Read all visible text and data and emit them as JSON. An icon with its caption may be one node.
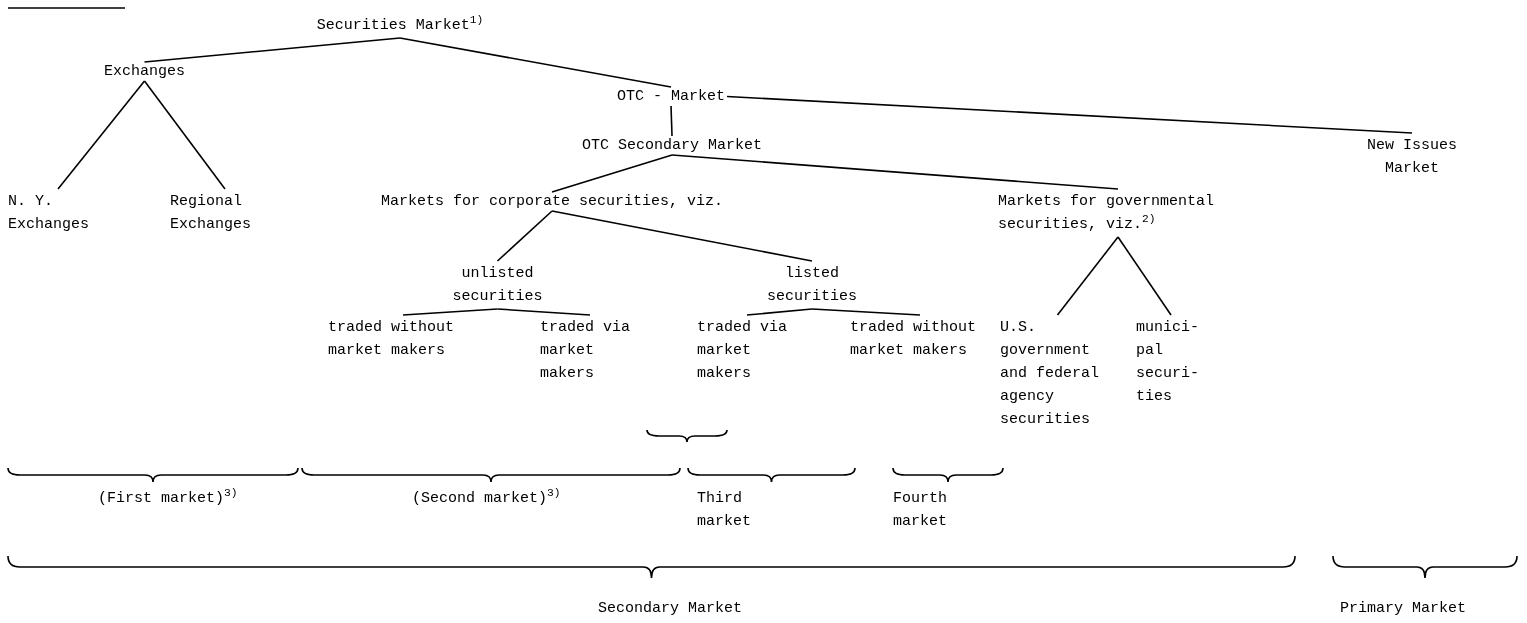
{
  "diagram": {
    "nodes": [
      {
        "text": [
          "Securities Market$^{1)}$"
        ]
      },
      {
        "text": [
          "Exchanges"
        ]
      },
      {
        "text": [
          "OTC - Market"
        ]
      },
      {
        "text": [
          "New Issues Market"
        ]
      },
      {
        "text": [
          "N. Y. Exchanges"
        ]
      },
      {
        "text": [
          "Regional Exchanges"
        ]
      },
      {
        "text": [
          "OTC Secondary Market"
        ]
      },
      {
        "text": [
          "Markets for corporate securities, viz."
        ]
      },
      {
        "text": [
          "Markets for governmental securities, viz.$^{2)}$"
        ]
      },
      {
        "text": [
          "unlisted securities"
        ]
      },
      {
        "text": [
          "listed securities"
        ]
      },
      {
        "text": [
          "traded without market makers"
        ]
      },
      {
        "text": [
          "traded via market makers"
        ]
      },
      {
        "text": [
          "traded via market makers"
        ]
      },
      {
        "text": [
          "traded without market makers"
        ]
      },
      {
        "text": [
          "U.S. government and federal agency securities"
        ]
      },
      {
        "text": [
          "munici- pal securi- ties"
        ]
      }
    ],
    "edges": [
      {
        "from": 0,
        "to": 1,
        "arrow": "none"
      },
      {
        "from": 0,
        "to": 2,
        "arrow": "none"
      },
      {
        "from": 2,
        "to": 3,
        "arrow": "none"
      },
      {
        "from": 2,
        "to": 6,
        "arrow": "none"
      },
      {
        "from": 1,
        "to": 4,
        "arrow": "none"
      },
      {
        "from": 1,
        "to": 5,
        "arrow": "none"
      },
      {
        "from": 6,
        "to": 7,
        "arrow": "none"
      },
      {
        "from": 6,
        "to": 8,
        "arrow": "none"
      },
      {
        "from": 7,
        "to": 9,
        "arrow": "none"
      },
      {
        "from": 7,
        "to": 10,
        "arrow": "none"
      },
      {
        "from": 9,
        "to": 11,
        "arrow": "none"
      },
      {
        "from": 9,
        "to": 12,
        "arrow": "none"
      },
      {
        "from": 10,
        "to": 13,
        "arrow": "none"
      },
      {
        "from": 10,
        "to": 14,
        "arrow": "none"
      },
      {
        "from": 8,
        "to": 15,
        "arrow": "none"
      },
      {
        "from": 8,
        "to": 16,
        "arrow": "none"
      }
    ],
    "labels": [
      "(First market)$^{3)}$",
      "(Second market)$^{3)}$",
      "Third market",
      "Fourth market",
      "Secondary Market",
      "Primary Market"
    ]
  }
}
